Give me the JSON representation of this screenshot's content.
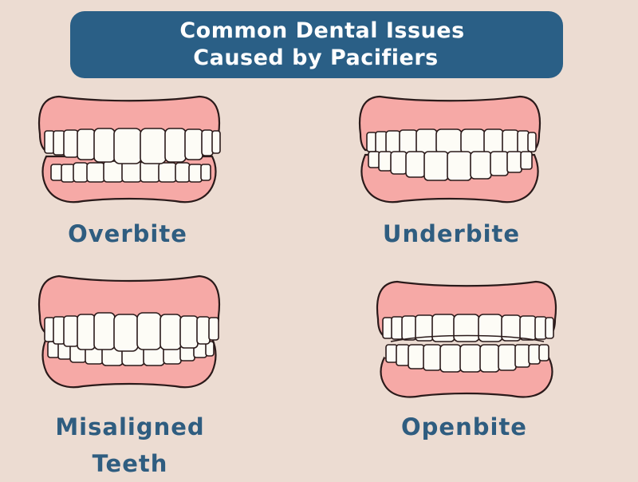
{
  "title": {
    "line1": "Common Dental Issues",
    "line2": "Caused by Pacifiers"
  },
  "issues": [
    {
      "label": "Overbite"
    },
    {
      "label": "Underbite"
    },
    {
      "label": "Misaligned Teeth",
      "label_line1": "Misaligned",
      "label_line2": "Teeth"
    },
    {
      "label": "Openbite"
    }
  ],
  "colors": {
    "background": "#ecdcd2",
    "banner": "#2a5f86",
    "label_text": "#2f5d80",
    "gum": "#f6a9a6",
    "tooth": "#fdfcf6"
  }
}
